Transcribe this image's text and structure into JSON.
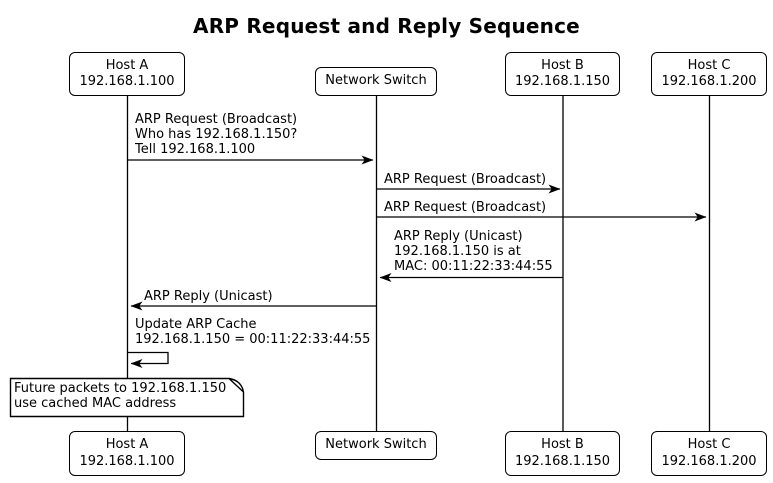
{
  "title": "ARP Request and Reply Sequence",
  "participants": {
    "host_a": {
      "name": "Host A",
      "addr": "192.168.1.100"
    },
    "switch": {
      "name": "Network Switch"
    },
    "host_b": {
      "name": "Host B",
      "addr": "192.168.1.150"
    },
    "host_c": {
      "name": "Host C",
      "addr": "192.168.1.200"
    }
  },
  "messages": {
    "request_broadcast_to_switch": {
      "line1": "ARP Request (Broadcast)",
      "line2": "Who has 192.168.1.150?",
      "line3": "Tell 192.168.1.100"
    },
    "request_broadcast_to_host_b": {
      "text": "ARP Request (Broadcast)"
    },
    "request_broadcast_to_host_c": {
      "text": "ARP Request (Broadcast)"
    },
    "reply_unicast_from_host_b": {
      "line1": "ARP Reply (Unicast)",
      "line2": "192.168.1.150 is at",
      "line3": "MAC: 00:11:22:33:44:55"
    },
    "reply_unicast_to_host_a": {
      "text": "ARP Reply (Unicast)"
    },
    "update_arp_cache": {
      "line1": "Update ARP Cache",
      "line2": "192.168.1.150 = 00:11:22:33:44:55"
    }
  },
  "note": {
    "line1": "Future packets to 192.168.1.150",
    "line2": "use cached MAC address"
  },
  "colors": {
    "stroke": "#000000",
    "background": "#ffffff",
    "text": "#000000"
  }
}
